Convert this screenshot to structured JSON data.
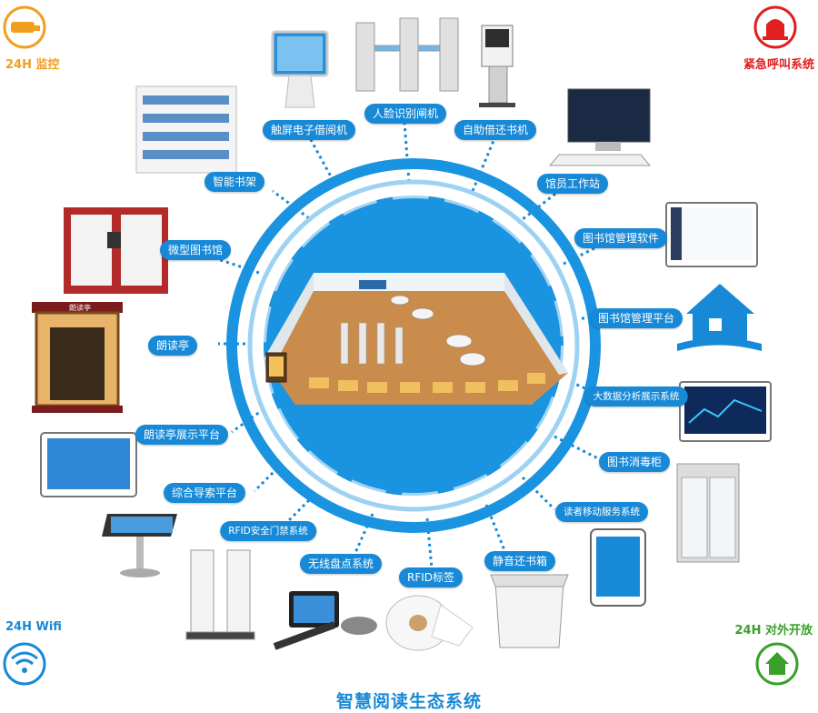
{
  "title": "智慧阅读生态系统",
  "corners": {
    "top_left": {
      "label": "24H 监控",
      "color": "#f0a020",
      "icon": "camera-icon"
    },
    "top_right": {
      "label": "紧急呼叫系统",
      "color": "#e02020",
      "icon": "alarm-icon"
    },
    "bottom_left": {
      "label": "24H Wifi",
      "color": "#1789d6",
      "icon": "wifi-icon"
    },
    "bottom_right": {
      "label": "24H 对外开放",
      "color": "#3aa02a",
      "icon": "home-icon"
    }
  },
  "accent_color": "#1789d6",
  "labels": {
    "touch_reader": "触屏电子借阅机",
    "face_gate": "人脸识别闸机",
    "self_service": "自助借还书机",
    "smart_shelf": "智能书架",
    "librarian_station": "馆员工作站",
    "library_software": "图书馆管理软件",
    "micro_library": "微型图书馆",
    "library_platform": "图书馆管理平台",
    "reading_booth": "朗读亭",
    "bigdata_system": "大数据分析展示系统",
    "booth_platform": "朗读亭展示平台",
    "disinfect_cabinet": "图书消毒柜",
    "guide_platform": "综合导索平台",
    "mobile_service": "读者移动服务系统",
    "rfid_gate": "RFID安全门禁系统",
    "inventory": "无线盘点系统",
    "rfid_tag": "RFID标签",
    "return_box": "静音还书箱"
  },
  "booth_sign": "朗读亭"
}
